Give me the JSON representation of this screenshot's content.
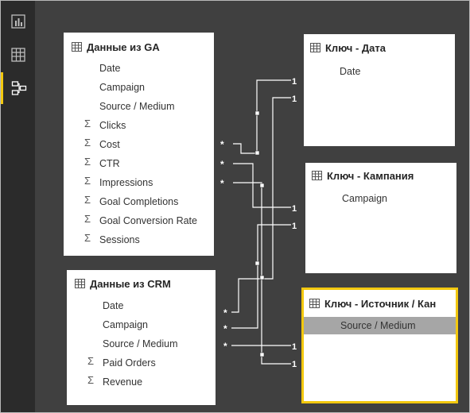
{
  "rail": {
    "items": [
      {
        "name": "report-view-icon"
      },
      {
        "name": "data-view-icon"
      },
      {
        "name": "relationships-view-icon",
        "active": true
      }
    ]
  },
  "tables": {
    "ga": {
      "title": "Данные из GA",
      "fields": [
        "Date",
        "Campaign",
        "Source / Medium",
        "Clicks",
        "Cost",
        "CTR",
        "Impressions",
        "Goal Completions",
        "Goal Conversion Rate",
        "Sessions"
      ]
    },
    "crm": {
      "title": "Данные из CRM",
      "fields": [
        "Date",
        "Campaign",
        "Source / Medium",
        "Paid Orders",
        "Revenue"
      ]
    },
    "key_date": {
      "title": "Ключ - Дата",
      "fields": [
        "Date"
      ]
    },
    "key_campaign": {
      "title": "Ключ - Кампания",
      "fields": [
        "Campaign"
      ]
    },
    "key_source": {
      "title": "Ключ - Источник / Кан",
      "fields": [
        "Source / Medium"
      ]
    }
  },
  "relationships": {
    "many_label": "*",
    "one_label": "1"
  },
  "colors": {
    "accent": "#f2c80f",
    "canvas": "#404040",
    "rail": "#2b2b2b",
    "line": "#ffffff"
  }
}
